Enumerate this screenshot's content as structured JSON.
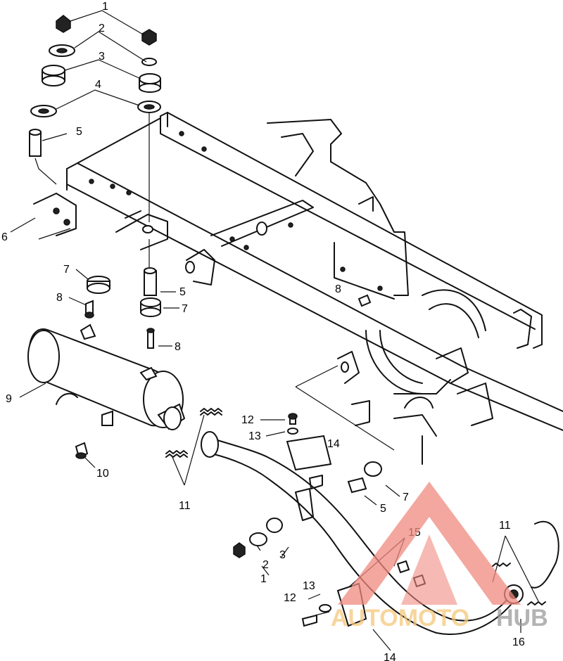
{
  "callouts": [
    {
      "id": "c1a",
      "label": "1"
    },
    {
      "id": "c2a",
      "label": "2"
    },
    {
      "id": "c3a",
      "label": "3"
    },
    {
      "id": "c4a",
      "label": "4"
    },
    {
      "id": "c5a",
      "label": "5"
    },
    {
      "id": "c6",
      "label": "6"
    },
    {
      "id": "c7a",
      "label": "7"
    },
    {
      "id": "c8a",
      "label": "8"
    },
    {
      "id": "c5b",
      "label": "5"
    },
    {
      "id": "c7b",
      "label": "7"
    },
    {
      "id": "c8b",
      "label": "8"
    },
    {
      "id": "c8c",
      "label": "8"
    },
    {
      "id": "c9",
      "label": "9"
    },
    {
      "id": "c10",
      "label": "10"
    },
    {
      "id": "c11a",
      "label": "11"
    },
    {
      "id": "c12a",
      "label": "12"
    },
    {
      "id": "c13a",
      "label": "13"
    },
    {
      "id": "c14a",
      "label": "14"
    },
    {
      "id": "c5c",
      "label": "5"
    },
    {
      "id": "c7c",
      "label": "7"
    },
    {
      "id": "c15",
      "label": "15"
    },
    {
      "id": "c3b",
      "label": "3"
    },
    {
      "id": "c2b",
      "label": "2"
    },
    {
      "id": "c1b",
      "label": "1"
    },
    {
      "id": "c11b",
      "label": "11"
    },
    {
      "id": "c13b",
      "label": "13"
    },
    {
      "id": "c12b",
      "label": "12"
    },
    {
      "id": "c16",
      "label": "16"
    },
    {
      "id": "c14b",
      "label": "14"
    }
  ],
  "watermark": {
    "text_part1": "AUTOMOTO",
    "text_part2": "HUB",
    "color_accent": "#f08a80",
    "color_text1": "#f5c87a",
    "color_text2": "#9a9a9a"
  }
}
